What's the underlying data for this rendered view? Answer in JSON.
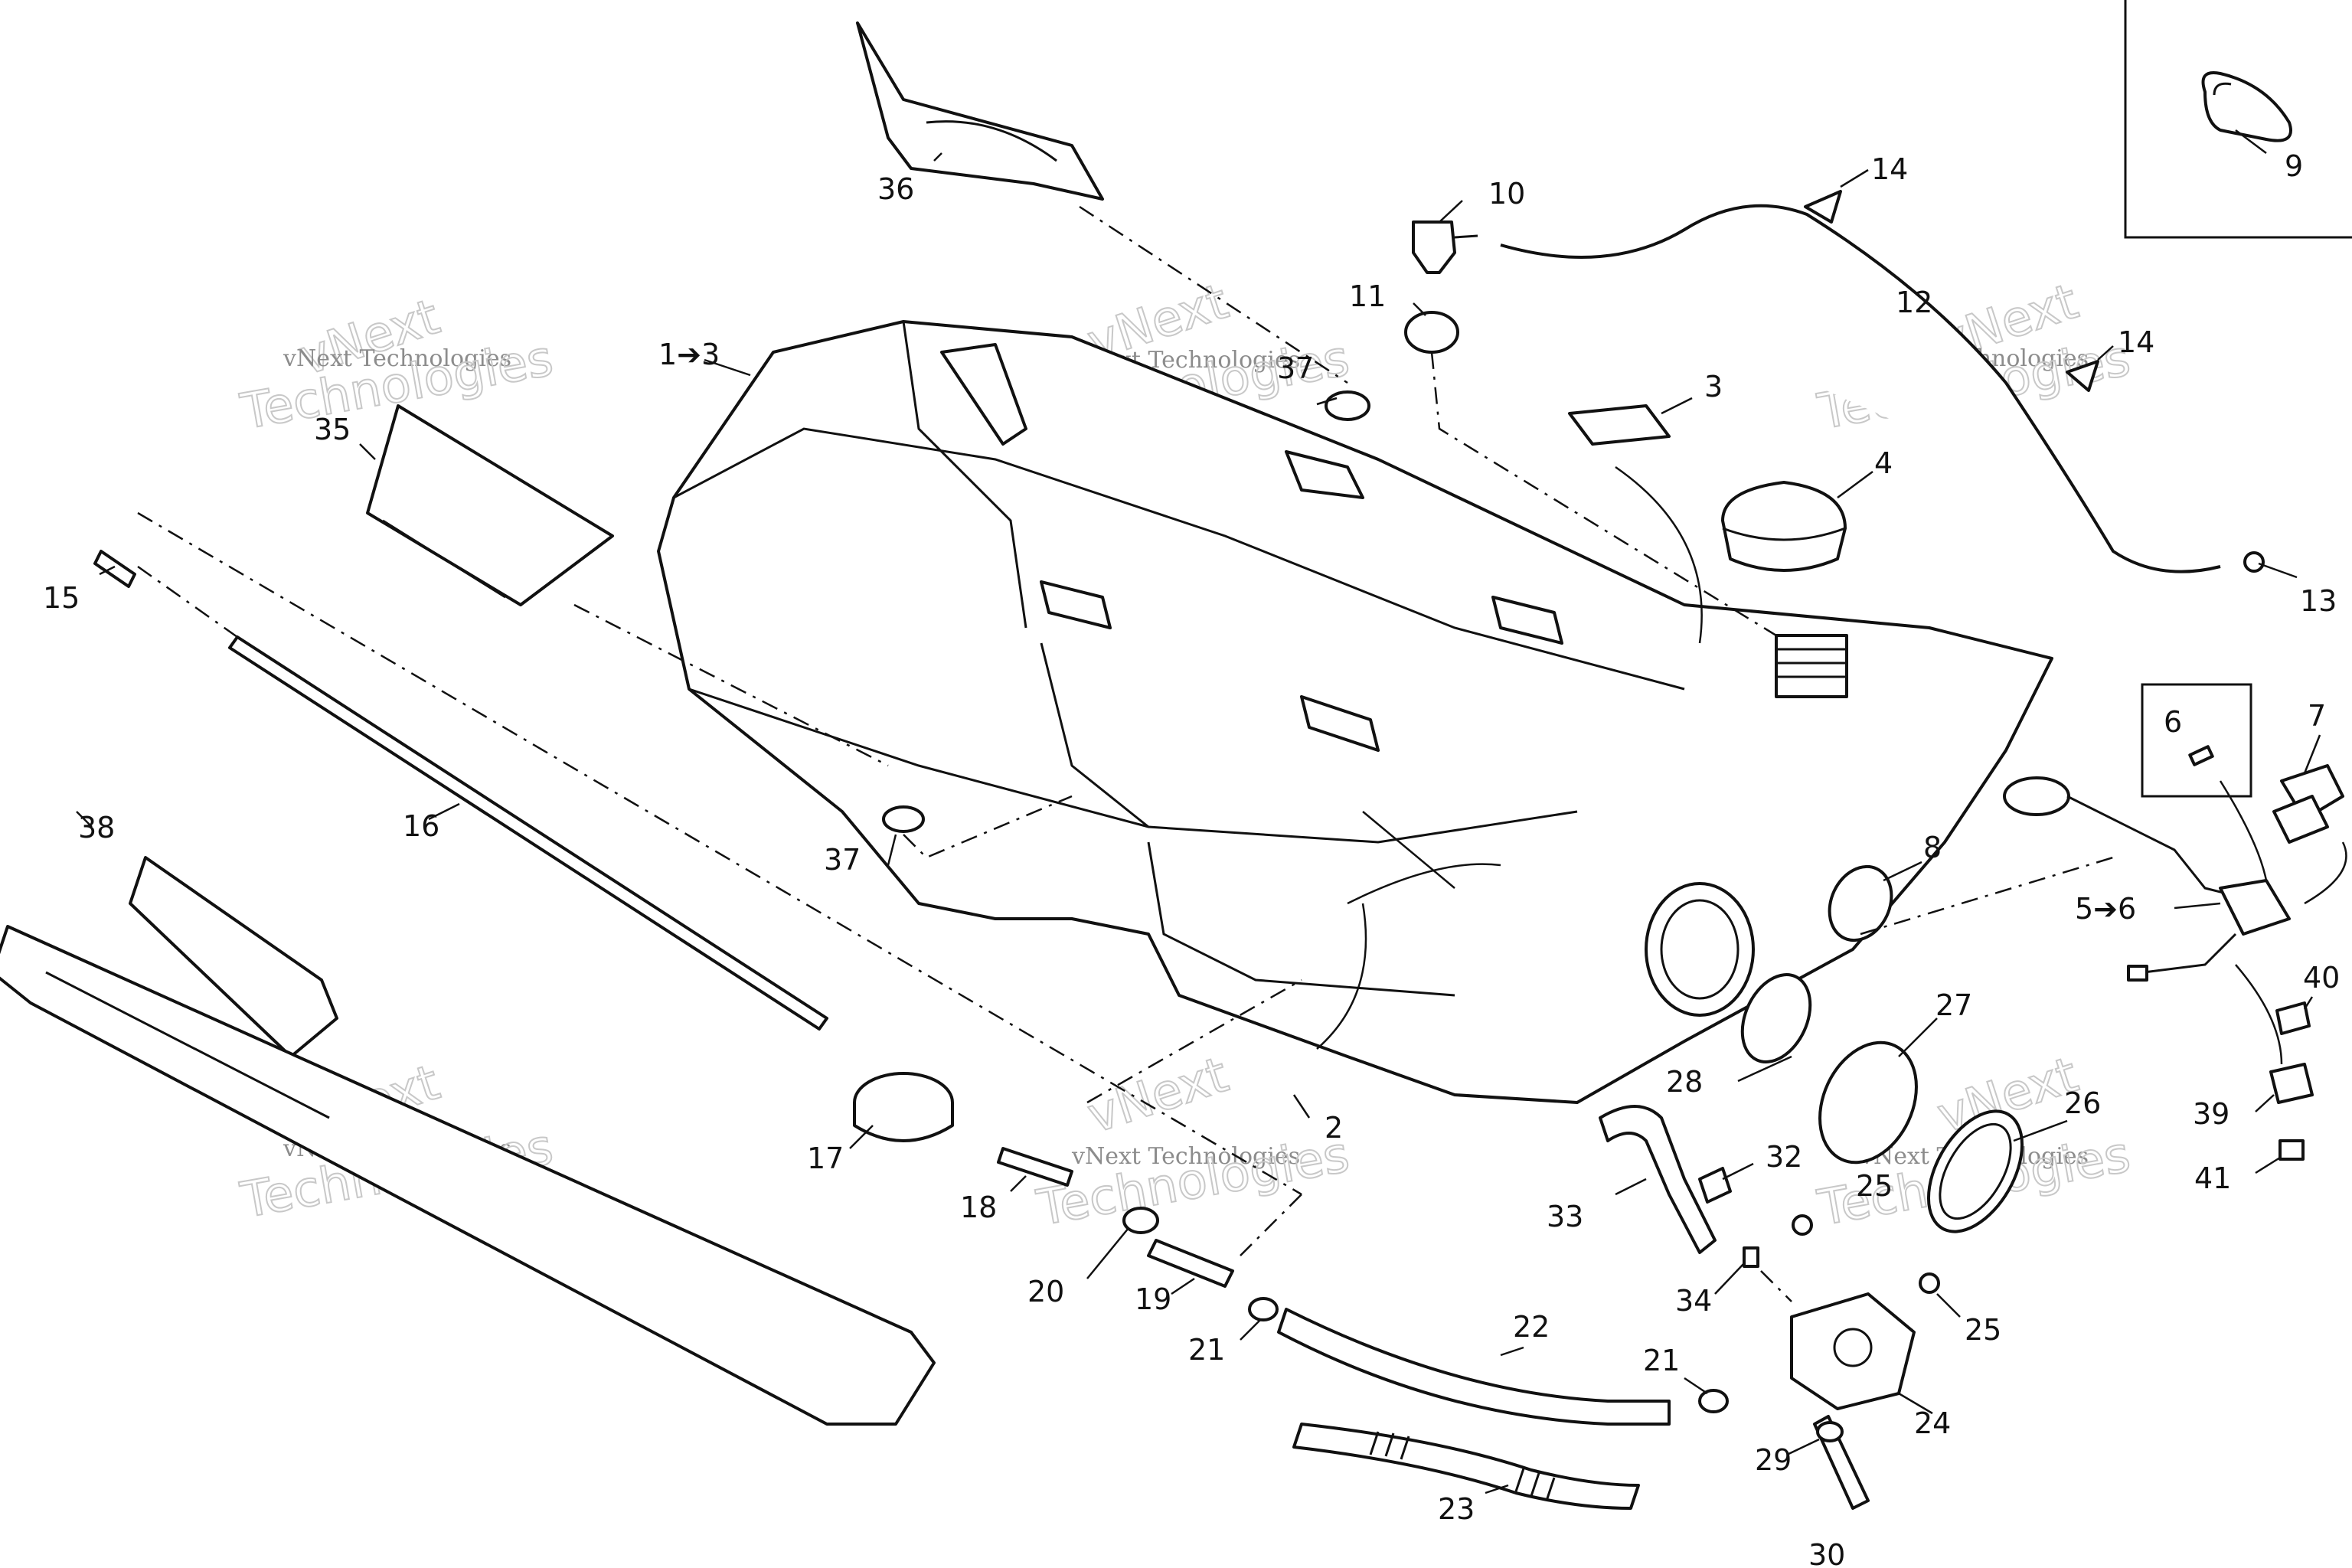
{
  "watermark": {
    "brand": "vNext",
    "text": "vNext Technologies",
    "word": "Technologies"
  },
  "callouts": [
    {
      "id": "c1",
      "text": "1➔3"
    },
    {
      "id": "c2",
      "text": "2"
    },
    {
      "id": "c3",
      "text": "3"
    },
    {
      "id": "c4",
      "text": "4"
    },
    {
      "id": "c5",
      "text": "5➔6"
    },
    {
      "id": "c6",
      "text": "6"
    },
    {
      "id": "c7",
      "text": "7"
    },
    {
      "id": "c8",
      "text": "8"
    },
    {
      "id": "c9",
      "text": "9"
    },
    {
      "id": "c10",
      "text": "10"
    },
    {
      "id": "c11",
      "text": "11"
    },
    {
      "id": "c12",
      "text": "12"
    },
    {
      "id": "c13",
      "text": "13"
    },
    {
      "id": "c14a",
      "text": "14"
    },
    {
      "id": "c14b",
      "text": "14"
    },
    {
      "id": "c15",
      "text": "15"
    },
    {
      "id": "c16",
      "text": "16"
    },
    {
      "id": "c17",
      "text": "17"
    },
    {
      "id": "c18",
      "text": "18"
    },
    {
      "id": "c19",
      "text": "19"
    },
    {
      "id": "c20",
      "text": "20"
    },
    {
      "id": "c21a",
      "text": "21"
    },
    {
      "id": "c21b",
      "text": "21"
    },
    {
      "id": "c22",
      "text": "22"
    },
    {
      "id": "c23",
      "text": "23"
    },
    {
      "id": "c24",
      "text": "24"
    },
    {
      "id": "c25a",
      "text": "25"
    },
    {
      "id": "c25b",
      "text": "25"
    },
    {
      "id": "c26",
      "text": "26"
    },
    {
      "id": "c27",
      "text": "27"
    },
    {
      "id": "c28",
      "text": "28"
    },
    {
      "id": "c29",
      "text": "29"
    },
    {
      "id": "c30",
      "text": "30"
    },
    {
      "id": "c32",
      "text": "32"
    },
    {
      "id": "c33",
      "text": "33"
    },
    {
      "id": "c34",
      "text": "34"
    },
    {
      "id": "c35",
      "text": "35"
    },
    {
      "id": "c36",
      "text": "36"
    },
    {
      "id": "c37a",
      "text": "37"
    },
    {
      "id": "c37b",
      "text": "37"
    },
    {
      "id": "c38",
      "text": "38"
    },
    {
      "id": "c39",
      "text": "39"
    },
    {
      "id": "c40",
      "text": "40"
    },
    {
      "id": "c41",
      "text": "41"
    }
  ]
}
